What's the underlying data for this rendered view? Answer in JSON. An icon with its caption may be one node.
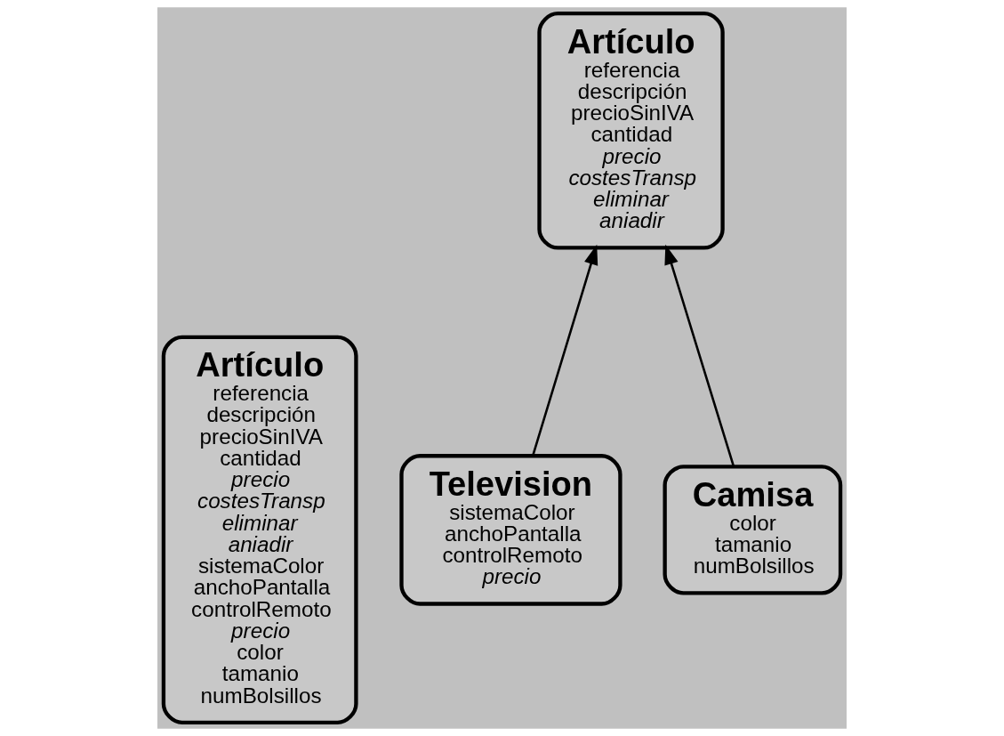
{
  "diagram": {
    "nodes": [
      {
        "text": [
          "Artículo",
          "referencia",
          "descripción",
          "precioSinIVA",
          "cantidad",
          "*precio*",
          "*costesTransp*",
          "*eliminar*",
          "*aniadir*",
          "sistemaColor",
          "anchoPantalla",
          "controlRemoto",
          "*precio*",
          "color",
          "tamanio",
          "numBolsillos"
        ]
      },
      {
        "text": [
          "Artículo",
          "referencia",
          "descripción",
          "precioSinIVA",
          "cantidad",
          "*precio*",
          "*costesTransp*",
          "*eliminar*",
          "*aniadir*"
        ]
      },
      {
        "text": [
          "Television",
          "sistemaColor",
          "anchoPantalla",
          "controlRemoto",
          "*precio*"
        ]
      },
      {
        "text": [
          "Camisa",
          "color",
          "tamanio",
          "numBolsillos"
        ]
      }
    ],
    "edges": [
      {
        "from": 2,
        "to": 1,
        "arrow": "to"
      },
      {
        "from": 3,
        "to": 1,
        "arrow": "to"
      }
    ]
  }
}
